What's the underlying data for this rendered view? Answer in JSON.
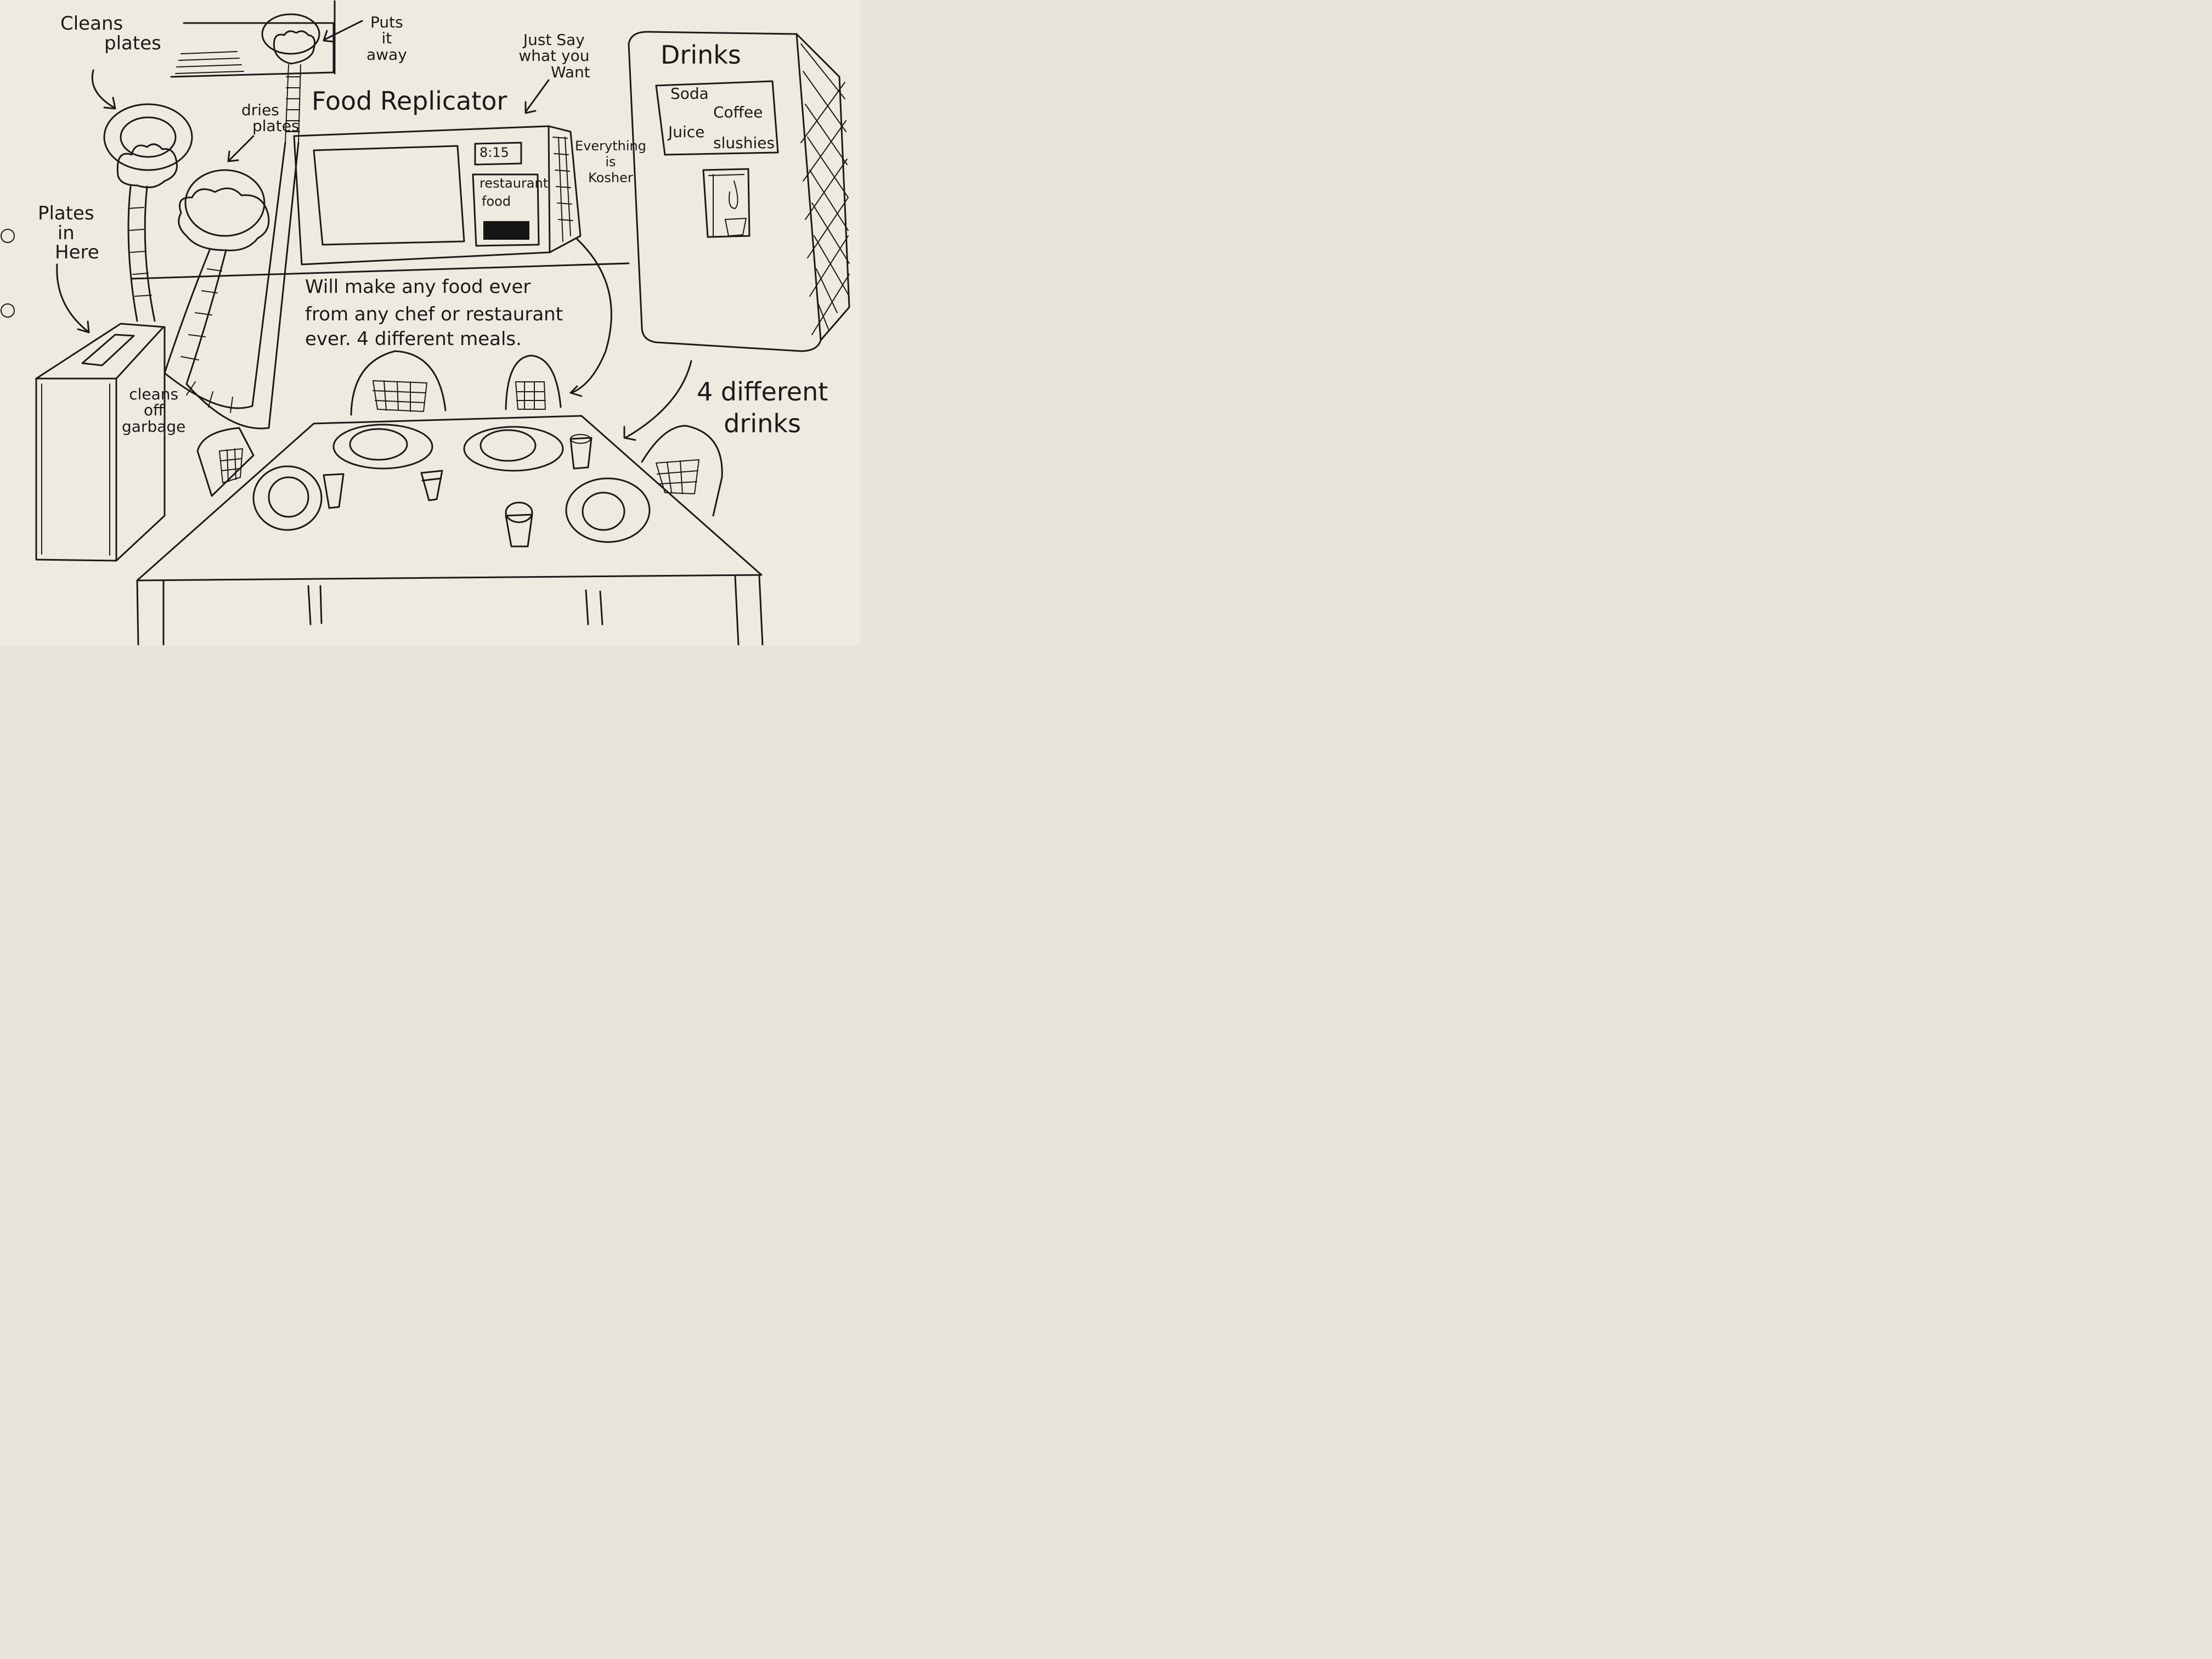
{
  "title": "Food Replicator",
  "labels": {
    "cleans_plates": [
      "Cleans",
      "plates"
    ],
    "puts_it_away": [
      "Puts",
      "it",
      "away"
    ],
    "dries_plates": [
      "dries",
      "plates"
    ],
    "plates_in_here": [
      "Plates",
      "in",
      "Here"
    ],
    "cleans_off_garbage": [
      "cleans",
      "off",
      "garbage"
    ],
    "just_say": [
      "Just Say",
      "what you",
      "Want"
    ],
    "everything_kosher": [
      "Everything",
      "is",
      "Kosher"
    ],
    "will_make": [
      "Will make any food ever",
      "from any chef or restaurant",
      "ever. 4 different meals."
    ],
    "four_drinks": [
      "4 different",
      "drinks"
    ]
  },
  "replicator": {
    "clock": "8:15",
    "panel_label_1": "restaurant",
    "panel_label_2": "food"
  },
  "drinks": {
    "title": "Drinks",
    "menu": [
      "Soda",
      "Coffee",
      "Juice",
      "slushies"
    ]
  }
}
